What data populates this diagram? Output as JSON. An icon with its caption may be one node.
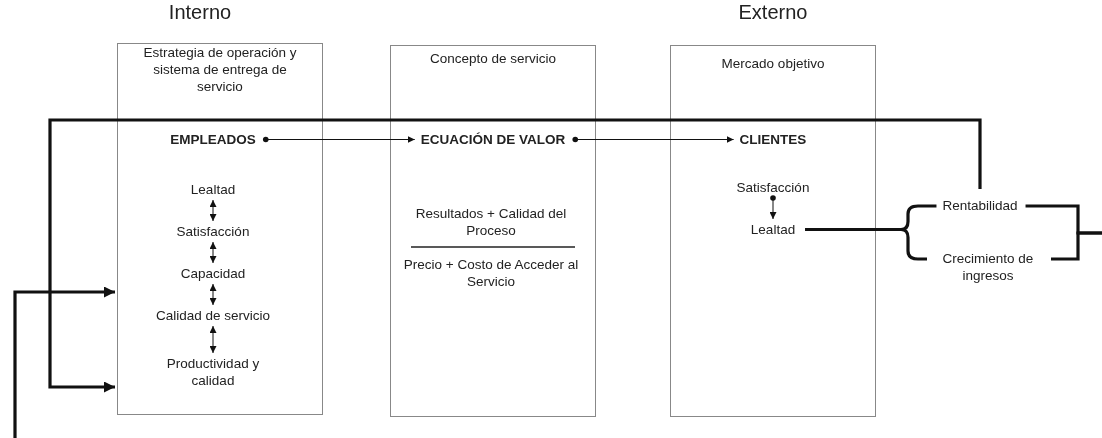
{
  "diagram": {
    "nodes": [
      {
        "text": [
          "Interno",
          "Estrategia de operación y sistema de entrega de servicio"
        ]
      },
      {
        "text": [
          "EMPLEADOS"
        ],
        "in": 0
      },
      {
        "text": [
          "Lealtad"
        ],
        "in": 0
      },
      {
        "text": [
          "Satisfacción"
        ],
        "in": 0
      },
      {
        "text": [
          "Capacidad"
        ],
        "in": 0
      },
      {
        "text": [
          "Calidad de servicio"
        ],
        "in": 0
      },
      {
        "text": [
          "Productividad y calidad"
        ],
        "in": 0
      },
      {
        "text": [
          "Concepto de servicio"
        ]
      },
      {
        "text": [
          "ECUACIÓN DE VALOR"
        ],
        "in": 7
      },
      {
        "text": [
          "Externo",
          "Mercado objetivo"
        ]
      },
      {
        "text": [
          "CLIENTES"
        ],
        "in": 9
      },
      {
        "text": [
          "Satisfacción"
        ],
        "in": 9
      },
      {
        "text": [
          "Lealtad"
        ],
        "in": 9
      },
      {
        "text": [
          "Rentabilidad"
        ]
      },
      {
        "text": [
          "Crecimiento de ingresos"
        ]
      }
    ],
    "edges": [
      {
        "from": 1,
        "to": 8,
        "arrow": "to"
      },
      {
        "from": 8,
        "to": 10,
        "arrow": "to"
      },
      {
        "from": 2,
        "to": 3,
        "arrow": "both"
      },
      {
        "from": 3,
        "to": 4,
        "arrow": "both"
      },
      {
        "from": 4,
        "to": 5,
        "arrow": "both"
      },
      {
        "from": 5,
        "to": 6,
        "arrow": "both"
      },
      {
        "from": 11,
        "to": 12,
        "arrow": "to"
      },
      {
        "from": 12,
        "to": 13,
        "arrow": "none",
        "style": "thick"
      },
      {
        "from": 12,
        "to": 14,
        "arrow": "none",
        "style": "thick"
      },
      {
        "from": 13,
        "to": null,
        "arrow": "none",
        "style": "thick"
      },
      {
        "from": 14,
        "to": null,
        "arrow": "none",
        "style": "thick"
      },
      {
        "from": 13,
        "to": 0,
        "arrow": "to",
        "style": "thick"
      },
      {
        "from": null,
        "to": 0,
        "arrow": "to",
        "style": "thick"
      }
    ],
    "labels": [
      "Resultados + Calidad del Proceso",
      "Precio + Costo de Acceder al Servicio"
    ]
  }
}
